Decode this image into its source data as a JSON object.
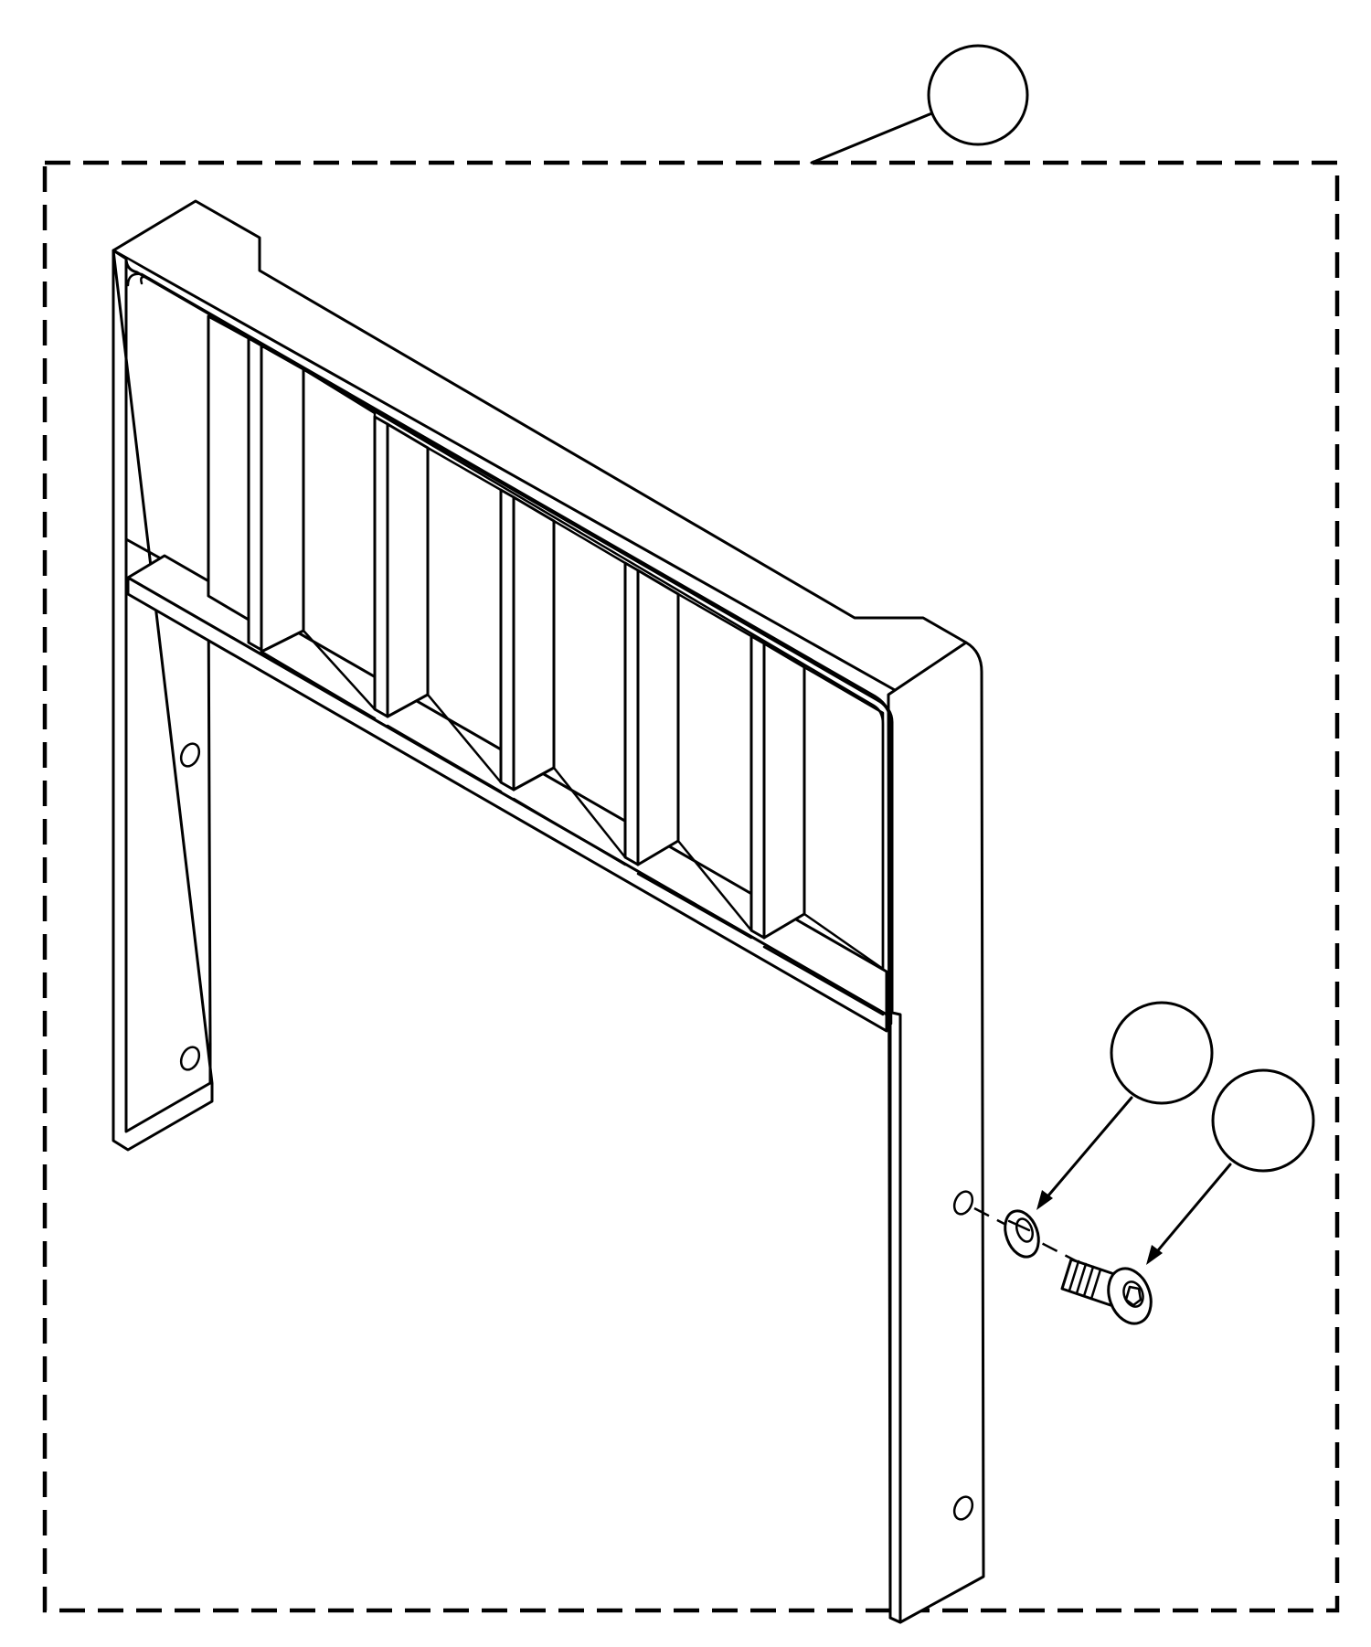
{
  "diagram": {
    "callouts": [
      {
        "id": "assembly",
        "label": ""
      },
      {
        "id": "washer",
        "label": ""
      },
      {
        "id": "screw",
        "label": ""
      }
    ],
    "parts": [
      "frame",
      "washer",
      "screw"
    ],
    "colors": {
      "line": "#000000",
      "background": "#ffffff"
    }
  }
}
